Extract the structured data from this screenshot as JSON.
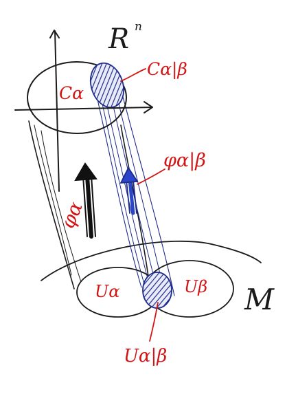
{
  "space_label": "R",
  "space_superscript": "n",
  "manifold_label": "M",
  "chart_images": {
    "alpha": "Cα",
    "alpha_beta": "Cα|β"
  },
  "maps": {
    "alpha": "φα",
    "alpha_beta": "φα|β"
  },
  "open_sets": {
    "alpha": "Uα",
    "beta": "Uβ",
    "alpha_beta": "Uα|β"
  },
  "colors": {
    "black_ink": "#1a1a1a",
    "red_ink": "#d21414",
    "blue_ink": "#1c2a8c",
    "blue_arrow": "#2b45c8"
  }
}
